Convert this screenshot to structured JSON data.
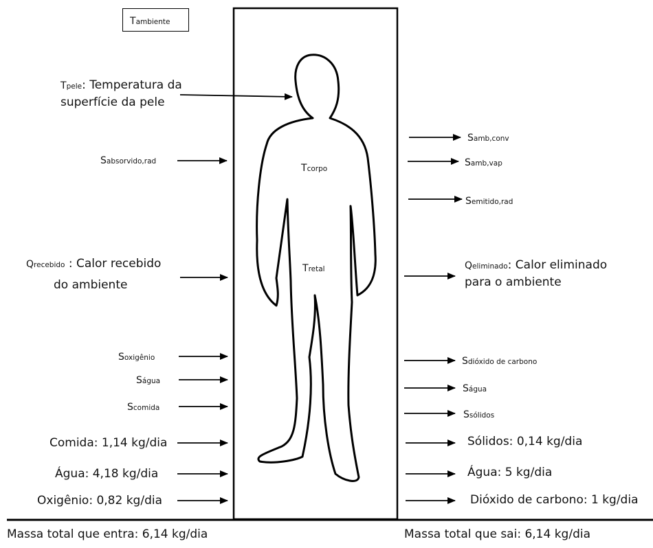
{
  "ambient_box": {
    "symbol": "T",
    "sub": "ambiente"
  },
  "skin": {
    "symbol": "T",
    "sub": "pele",
    "text_line1": ": Temperatura da",
    "text_line2": "superfície da pele"
  },
  "body_temps": [
    {
      "symbol": "T",
      "sub": "corpo"
    },
    {
      "symbol": "T",
      "sub": "retal"
    }
  ],
  "left_entropy": {
    "symbol": "S",
    "sub": "absorvido,rad"
  },
  "right_entropy": [
    {
      "symbol": "S",
      "sub": "amb,conv"
    },
    {
      "symbol": "S",
      "sub": "amb,vap"
    },
    {
      "symbol": "S",
      "sub": "emitido,rad"
    }
  ],
  "heat_in": {
    "symbol": "Q",
    "sub": "recebido",
    "text_line1": " : Calor recebido",
    "text_line2": "do  ambiente"
  },
  "heat_out": {
    "symbol": "Q",
    "sub": "eliminado",
    "text_line1": ": Calor eliminado",
    "text_line2": "para o ambiente"
  },
  "entropy_in": [
    {
      "symbol": "S",
      "sub": "oxigênio"
    },
    {
      "symbol": "S",
      "sub": "água"
    },
    {
      "symbol": "S",
      "sub": "comida"
    }
  ],
  "entropy_out": [
    {
      "symbol": "S",
      "sub": "dióxido de carbono"
    },
    {
      "symbol": "S",
      "sub": "água"
    },
    {
      "symbol": "S",
      "sub": "sólidos"
    }
  ],
  "mass_in": [
    "Comida: 1,14 kg/dia",
    "Água: 4,18 kg/dia",
    "Oxigênio: 0,82 kg/dia"
  ],
  "mass_out": [
    "Sólidos: 0,14 kg/dia",
    "Água: 5 kg/dia",
    "Dióxido de carbono: 1 kg/dia"
  ],
  "totals": {
    "in": "Massa total que entra: 6,14 kg/dia",
    "out": "Massa total que sai: 6,14 kg/dia"
  }
}
